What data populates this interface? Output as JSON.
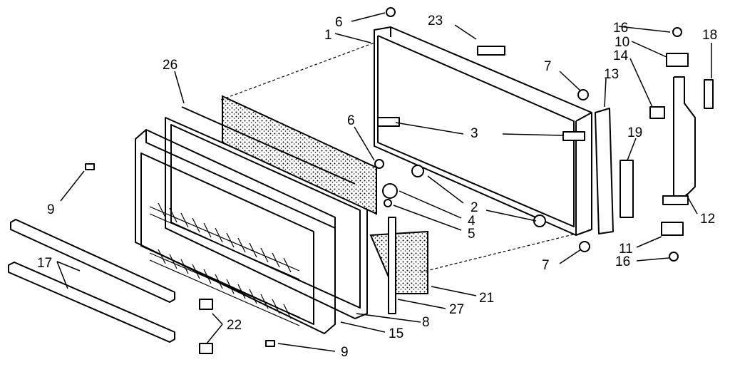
{
  "diagram": {
    "type": "exploded-parts-view",
    "callouts": [
      "1",
      "2",
      "3",
      "4",
      "5",
      "6",
      "7",
      "8",
      "9",
      "10",
      "11",
      "12",
      "13",
      "14",
      "15",
      "16",
      "17",
      "18",
      "19",
      "21",
      "22",
      "23",
      "26",
      "27"
    ],
    "labels": {
      "n6a": "6",
      "n1": "1",
      "n23": "23",
      "n16a": "16",
      "n10": "10",
      "n18": "18",
      "n14": "14",
      "n26": "26",
      "n7a": "7",
      "n13": "13",
      "n6b": "6",
      "n3": "3",
      "n19": "19",
      "n9a": "9",
      "n2": "2",
      "n4": "4",
      "n5": "5",
      "n12": "12",
      "n11": "11",
      "n16b": "16",
      "n7b": "7",
      "n17": "17",
      "n21": "21",
      "n27": "27",
      "n8": "8",
      "n22": "22",
      "n15": "15",
      "n9b": "9"
    }
  }
}
